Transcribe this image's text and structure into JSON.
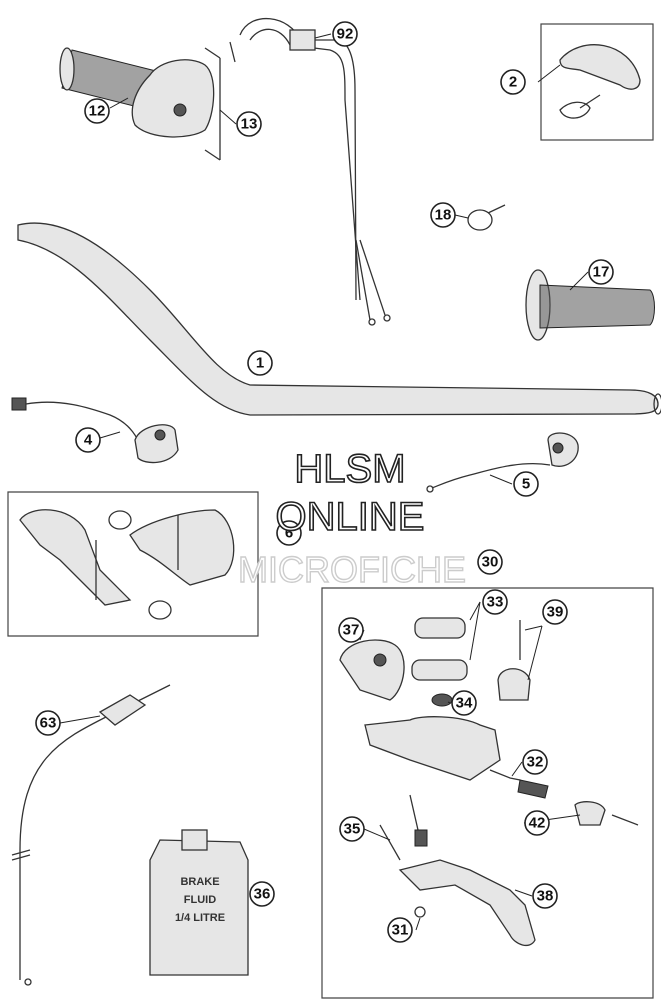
{
  "callouts": {
    "c1": "1",
    "c2": "2",
    "c4": "4",
    "c5": "5",
    "c6": "6",
    "c12": "12",
    "c13": "13",
    "c17": "17",
    "c18": "18",
    "c30": "30",
    "c31": "31",
    "c32": "32",
    "c33": "33",
    "c34": "34",
    "c35": "35",
    "c36": "36",
    "c37": "37",
    "c38": "38",
    "c39": "39",
    "c42": "42",
    "c63": "63",
    "c92": "92"
  },
  "bottle_label": {
    "line1": "BRAKE",
    "line2": "FLUID",
    "line3": "1/4 LITRE"
  },
  "watermark": {
    "line1": "HLSM",
    "line2": "ONLINE",
    "line3": "MICROFICHE"
  }
}
